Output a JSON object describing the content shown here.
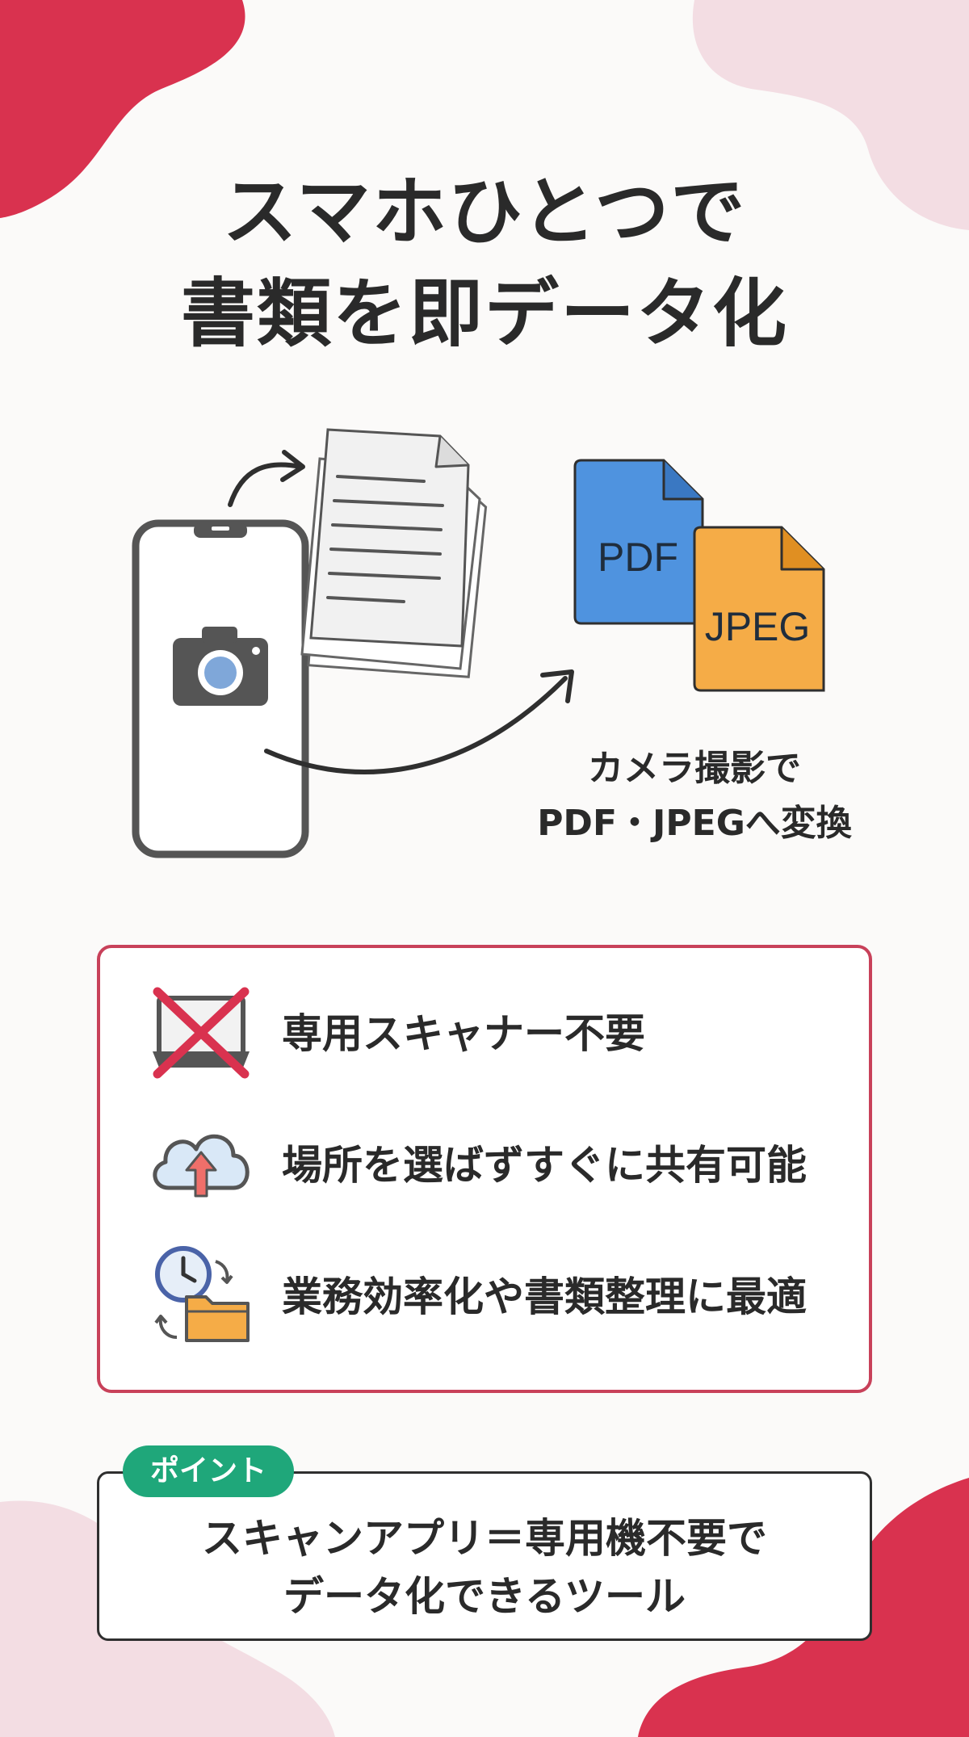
{
  "title": {
    "line1": "スマホひとつで",
    "line2": "書類を即データ化"
  },
  "illustration": {
    "pdf_label": "PDF",
    "jpeg_label": "JPEG",
    "caption_line1": "カメラ撮影で",
    "caption_line2": "PDF・JPEGへ変換"
  },
  "features": [
    {
      "text": "専用スキャナー不要",
      "icon": "scanner-crossed-icon"
    },
    {
      "text": "場所を選ばずすぐに共有可能",
      "icon": "cloud-upload-icon"
    },
    {
      "text": "業務効率化や書類整理に最適",
      "icon": "clock-folder-icon"
    }
  ],
  "point": {
    "badge": "ポイント",
    "line1": "スキャンアプリ＝専用機不要で",
    "line2": "データ化できるツール"
  },
  "colors": {
    "accent_red": "#d9324f",
    "light_pink": "#f3dde3",
    "badge_green": "#1fa77a",
    "pdf_blue": "#4f93df",
    "jpeg_orange": "#f5ac47"
  }
}
